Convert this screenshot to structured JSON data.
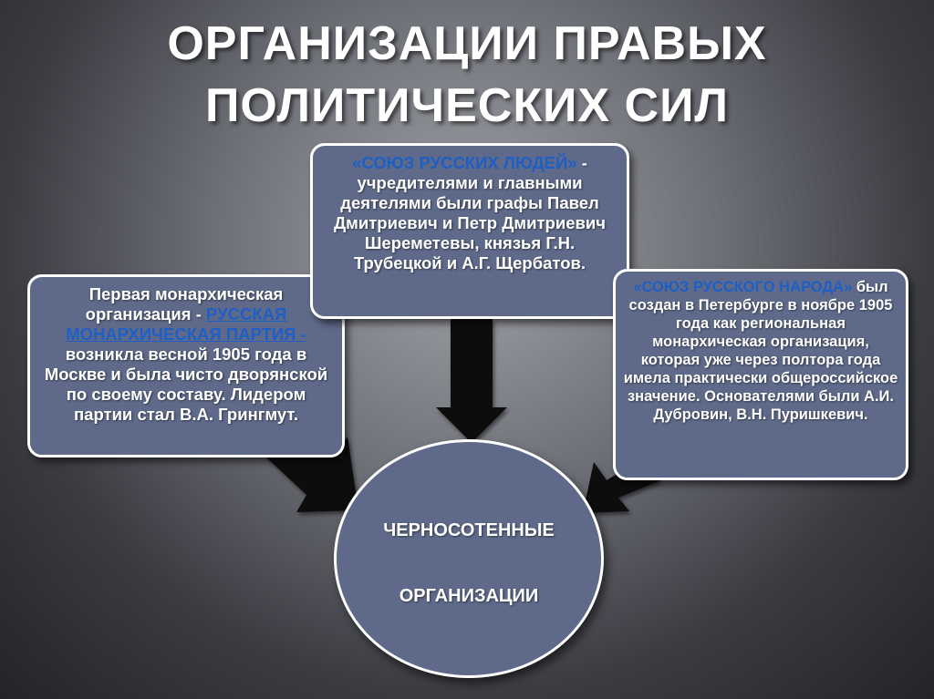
{
  "title": {
    "line1": "ОРГАНИЗАЦИИ ПРАВЫХ",
    "line2": "ПОЛИТИЧЕСКИХ СИЛ"
  },
  "center": {
    "line1": "ЧЕРНОСОТЕННЫЕ",
    "line2": "ОРГАНИЗАЦИИ"
  },
  "top_box": {
    "highlight": "«СОЮЗ РУССКИХ ЛЮДЕЙ»",
    "dash": " -",
    "text": "учредителями и главными деятелями были графы Павел Дмитриевич и Петр Дмитриевич Шереметевы, князья Г.Н. Трубецкой и А.Г. Щербатов."
  },
  "left_box": {
    "text_before": "Первая монархическая организация - ",
    "highlight": "РУССКАЯ МОНАРХИЧЕСКАЯ ПАРТИЯ -",
    "text_after": " возникла весной 1905 года в Москве и была чисто дворянской по своему составу. Лидером партии стал В.А. Грингмут."
  },
  "right_box": {
    "highlight": "«СОЮЗ РУССКОГО НАРОДА»",
    "text": "был создан в Петербурге в ноябре 1905 года как региональная монархическая организация, которая уже через полтора года имела практически общероссийское значение. Основателями были А.И. Дубровин, В.Н. Пуришкевич."
  },
  "colors": {
    "box_fill": "#5f6a8a",
    "highlight": "#1e5fc6",
    "arrow": "#111111"
  }
}
